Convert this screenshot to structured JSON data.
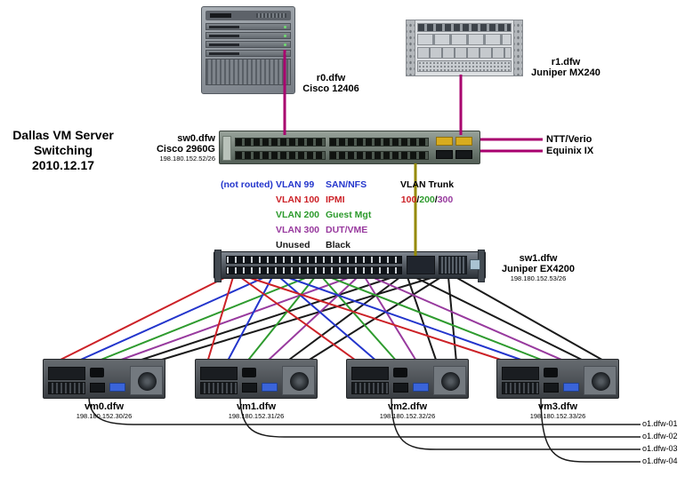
{
  "title": [
    "Dallas VM Server",
    "Switching",
    "2010.12.17"
  ],
  "routers": {
    "r0": {
      "name": "r0.dfw",
      "model": "Cisco 12406"
    },
    "r1": {
      "name": "r1.dfw",
      "model": "Juniper MX240"
    }
  },
  "switches": {
    "sw0": {
      "name": "sw0.dfw",
      "model": "Cisco 2960G",
      "ip": "198.180.152.52/26"
    },
    "sw1": {
      "name": "sw1.dfw",
      "model": "Juniper EX4200",
      "ip": "198.180.152.53/26"
    }
  },
  "uplinks": {
    "ntt": "NTT/Verio",
    "equinix": "Equinix IX"
  },
  "legend": {
    "rows": [
      {
        "prefix": "(not routed)",
        "vlan": "VLAN 99",
        "label": "SAN/NFS"
      },
      {
        "prefix": "",
        "vlan": "VLAN 100",
        "label": "IPMI"
      },
      {
        "prefix": "",
        "vlan": "VLAN 200",
        "label": "Guest Mgt"
      },
      {
        "prefix": "",
        "vlan": "VLAN 300",
        "label": "DUT/VME"
      },
      {
        "prefix": "",
        "vlan": "Unused",
        "label": "Black"
      }
    ]
  },
  "trunk": {
    "title": "VLAN Trunk",
    "v1": "100",
    "v2": "200",
    "v3": "300",
    "sep": "/"
  },
  "servers": [
    {
      "name": "vm0.dfw",
      "ip": "198.180.152.30/26"
    },
    {
      "name": "vm1.dfw",
      "ip": "198.180.152.31/26"
    },
    {
      "name": "vm2.dfw",
      "ip": "198.180.152.32/26"
    },
    {
      "name": "vm3.dfw",
      "ip": "198.180.152.33/26"
    }
  ],
  "consoles": [
    "o1.dfw-01",
    "o1.dfw-02",
    "o1.dfw-03",
    "o1.dfw-04"
  ],
  "colors": {
    "vlan99": "#2335cc",
    "vlan100": "#cc2127",
    "vlan200": "#2e9b2e",
    "vlan300": "#983a9e",
    "unused": "#1a1a1a",
    "uplink": "#a8006e",
    "trunk": "#958a00"
  }
}
